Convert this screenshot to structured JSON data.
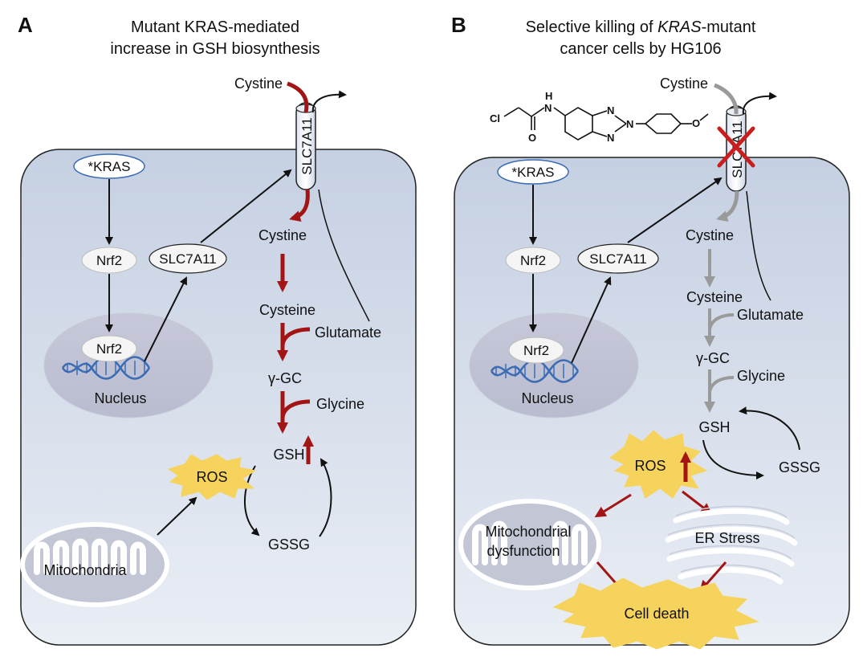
{
  "colors": {
    "red_arrow": "#a31515",
    "gray_arrow": "#9a9a9a",
    "black_arrow": "#111111",
    "cell_fill_top": "#c9d3e3",
    "cell_fill_bottom": "#e6ebf3",
    "star_fill": "#f6d35c",
    "dna": "#3c6cb4"
  },
  "panel_a": {
    "letter": "A",
    "title_line1": "Mutant KRAS-mediated",
    "title_line2": "increase in GSH biosynthesis",
    "kras": "*KRAS",
    "nrf2_cyto": "Nrf2",
    "nrf2_nuc": "Nrf2",
    "slc_cyto": "SLC7A11",
    "transporter": "SLC7A11",
    "nucleus": "Nucleus",
    "cystine_out": "Cystine",
    "cystine_in": "Cystine",
    "cysteine": "Cysteine",
    "glutamate": "Glutamate",
    "ggc": "γ-GC",
    "glycine": "Glycine",
    "gsh": "GSH",
    "gssg": "GSSG",
    "ros": "ROS",
    "mito": "Mitochondria"
  },
  "panel_b": {
    "letter": "B",
    "title_line1_pre": "Selective killing of ",
    "title_line1_italic": "KRAS",
    "title_line1_post": "-mutant",
    "title_line2": "cancer cells by HG106",
    "kras": "*KRAS",
    "nrf2_cyto": "Nrf2",
    "nrf2_nuc": "Nrf2",
    "slc_cyto": "SLC7A11",
    "transporter": "SLC7A11",
    "nucleus": "Nucleus",
    "cystine_out": "Cystine",
    "cystine_in": "Cystine",
    "cysteine": "Cysteine",
    "glutamate": "Glutamate",
    "ggc": "γ-GC",
    "glycine": "Glycine",
    "gsh": "GSH",
    "gssg": "GSSG",
    "ros": "ROS",
    "mito_line1": "Mitochondrial",
    "mito_line2": "dysfunction",
    "er": "ER Stress",
    "death": "Cell death",
    "hg106": {
      "cl": "Cl",
      "o1": "O",
      "h": "H",
      "n1": "N",
      "n2": "N",
      "n3": "N",
      "n4": "N",
      "o2": "O"
    }
  }
}
